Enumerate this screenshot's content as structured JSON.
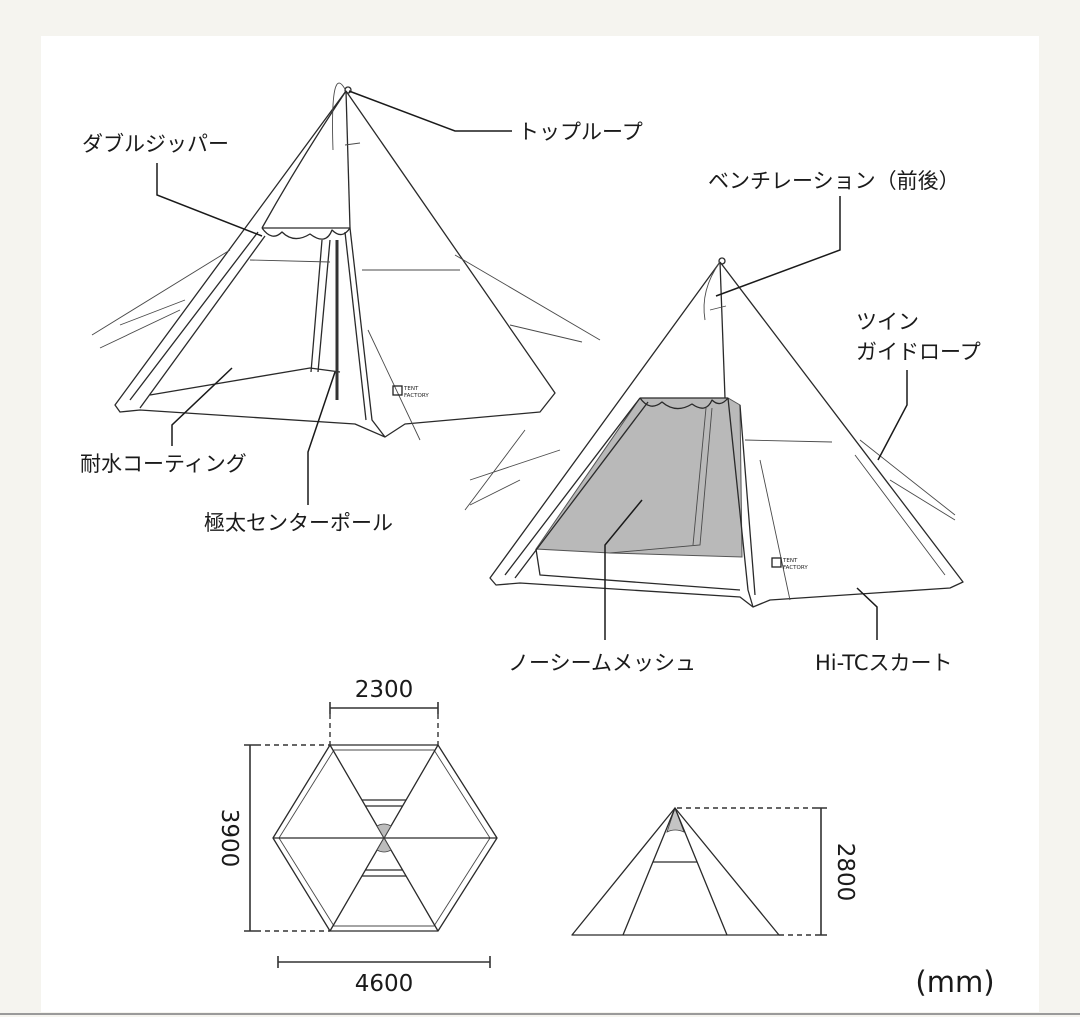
{
  "labels": {
    "top_loop": "トップループ",
    "double_zipper": "ダブルジッパー",
    "ventilation": "ベンチレーション（前後）",
    "twin_guy_rope_line1": "ツイン",
    "twin_guy_rope_line2": "ガイドロープ",
    "waterproof_coating": "耐水コーティング",
    "center_pole": "極太センターポール",
    "seamless_mesh": "ノーシームメッシュ",
    "skirt": "Hi-TCスカート"
  },
  "logo": {
    "line1": "TENT",
    "line2": "FACTORY"
  },
  "dimensions": {
    "top_edge": "2300",
    "depth": "3900",
    "width": "4600",
    "height": "2800",
    "unit": "(mm)"
  },
  "colors": {
    "background": "#f5f4ef",
    "panel": "#ffffff",
    "mesh": "#b9b9b9",
    "line": "#2a2a2a"
  }
}
